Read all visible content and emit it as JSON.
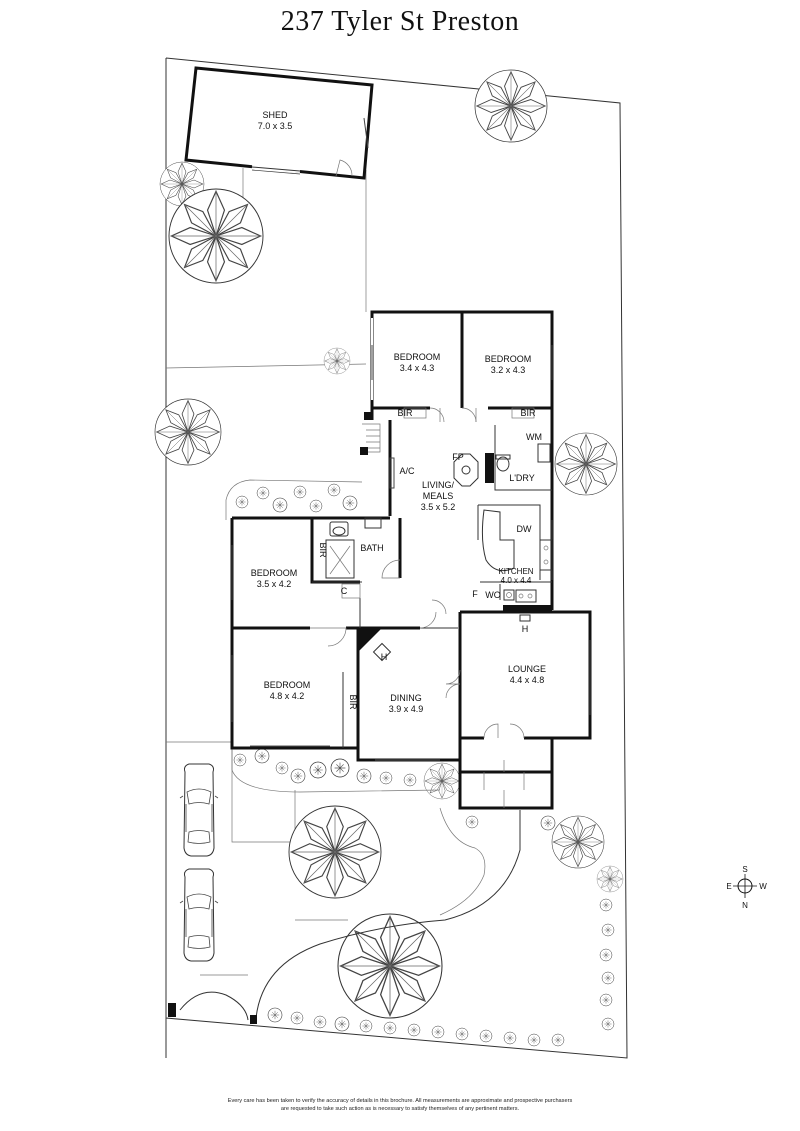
{
  "title": "237 Tyler St Preston",
  "rooms": {
    "shed": {
      "name": "SHED",
      "size": "7.0 x 3.5"
    },
    "bedroom_ne": {
      "name": "BEDROOM",
      "size": "3.4 x 4.3"
    },
    "bedroom_nw": {
      "name": "BEDROOM",
      "size": "3.2 x 4.3"
    },
    "living": {
      "name": "LIVING/",
      "name2": "MEALS",
      "size": "3.5 x 5.2"
    },
    "kitchen": {
      "name": "KITCHEN",
      "size": "4.0 x 4.4"
    },
    "bedroom_mid": {
      "name": "BEDROOM",
      "size": "3.5 x 4.2"
    },
    "bedroom_sw": {
      "name": "BEDROOM",
      "size": "4.8 x 4.2"
    },
    "dining": {
      "name": "DINING",
      "size": "3.9 x 4.9"
    },
    "lounge": {
      "name": "LOUNGE",
      "size": "4.4 x 4.8"
    }
  },
  "labels": {
    "bir": "BIR",
    "bath": "BATH",
    "ac": "A/C",
    "fp": "FP",
    "wm": "WM",
    "laundry": "L'DRY",
    "dw": "DW",
    "f": "F",
    "wo": "WO",
    "h": "H",
    "c": "C"
  },
  "compass": {
    "s": "S",
    "e": "E",
    "w": "W",
    "n": "N"
  },
  "disclaimer": {
    "line1": "Every care has been taken to verify the accuracy of details in this brochure. All measurements are approximate and prospective purchasers",
    "line2": "are requested to take such action as is necessary to satisfy themselves of any pertinent matters."
  },
  "colors": {
    "walls": "#111111",
    "background": "#ffffff"
  }
}
